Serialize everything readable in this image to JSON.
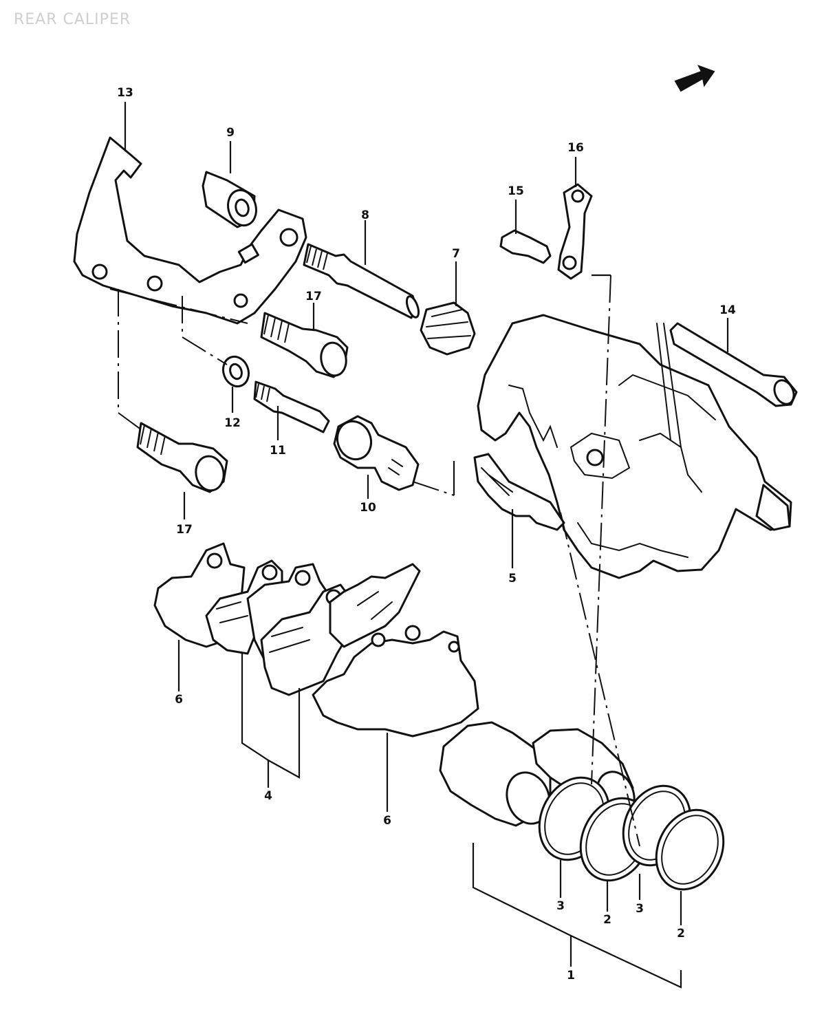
{
  "title": "REAR CALIPER",
  "callouts": [
    {
      "key": "c13",
      "label": "13"
    },
    {
      "key": "c9",
      "label": "9"
    },
    {
      "key": "c16",
      "label": "16"
    },
    {
      "key": "c15",
      "label": "15"
    },
    {
      "key": "c8",
      "label": "8"
    },
    {
      "key": "c7",
      "label": "7"
    },
    {
      "key": "c17a",
      "label": "17"
    },
    {
      "key": "c14",
      "label": "14"
    },
    {
      "key": "c12",
      "label": "12"
    },
    {
      "key": "c11",
      "label": "11"
    },
    {
      "key": "c10",
      "label": "10"
    },
    {
      "key": "c17b",
      "label": "17"
    },
    {
      "key": "c5",
      "label": "5"
    },
    {
      "key": "c6a",
      "label": "6"
    },
    {
      "key": "c4",
      "label": "4"
    },
    {
      "key": "c6b",
      "label": "6"
    },
    {
      "key": "c3a",
      "label": "3"
    },
    {
      "key": "c2a",
      "label": "2"
    },
    {
      "key": "c3b",
      "label": "3"
    },
    {
      "key": "c2b",
      "label": "2"
    },
    {
      "key": "c1",
      "label": "1"
    }
  ],
  "icons": {
    "direction_arrow": "front-direction-arrow-icon"
  }
}
